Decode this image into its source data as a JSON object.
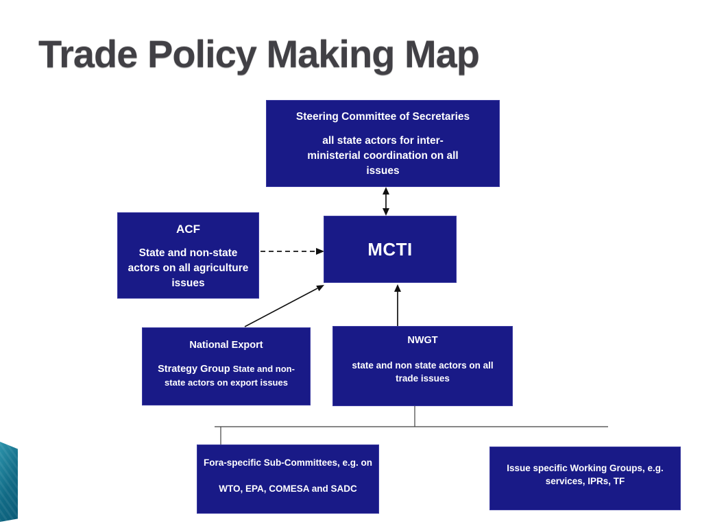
{
  "slide": {
    "title": "Trade Policy Making Map"
  },
  "colors": {
    "box_fill": "#191a87",
    "box_border": "#3a3aa0",
    "box_text": "#ffffff",
    "title_text": "#414045",
    "arrow": "#111111",
    "connector_line": "#3f3f3f",
    "accent_teal_light": "#2d93ab",
    "accent_teal_dark": "#0b5b77"
  },
  "boxes": {
    "steering": {
      "heading": "Steering Committee of Secretaries",
      "body": "all state actors for inter-ministerial coordination on all issues"
    },
    "acf": {
      "heading": "ACF",
      "body": "State and non-state actors on all agriculture issues"
    },
    "mcti": {
      "heading": "MCTI"
    },
    "nesg": {
      "heading": "National Export",
      "body_bold": "Strategy Group",
      "body_rest": "State and non-state actors on export issues"
    },
    "nwgt": {
      "heading": "NWGT",
      "body": "state and non state actors on all trade issues"
    },
    "fora": {
      "line1": "Fora-specific Sub-Committees, e.g. on",
      "line2": "WTO, EPA, COMESA and SADC"
    },
    "issue": {
      "body": "Issue specific Working Groups, e.g. services, IPRs, TF"
    }
  },
  "connections": [
    {
      "from": "steering",
      "to": "mcti",
      "style": "double-headed-arrow"
    },
    {
      "from": "acf",
      "to": "mcti",
      "style": "dashed-arrow"
    },
    {
      "from": "nesg",
      "to": "mcti",
      "style": "diagonal-arrow"
    },
    {
      "from": "nwgt",
      "to": "mcti",
      "style": "arrow"
    },
    {
      "from": "nwgt",
      "to": "fora",
      "style": "elbow-line"
    },
    {
      "from": "nwgt",
      "to": "issue",
      "style": "elbow-line-open"
    }
  ]
}
